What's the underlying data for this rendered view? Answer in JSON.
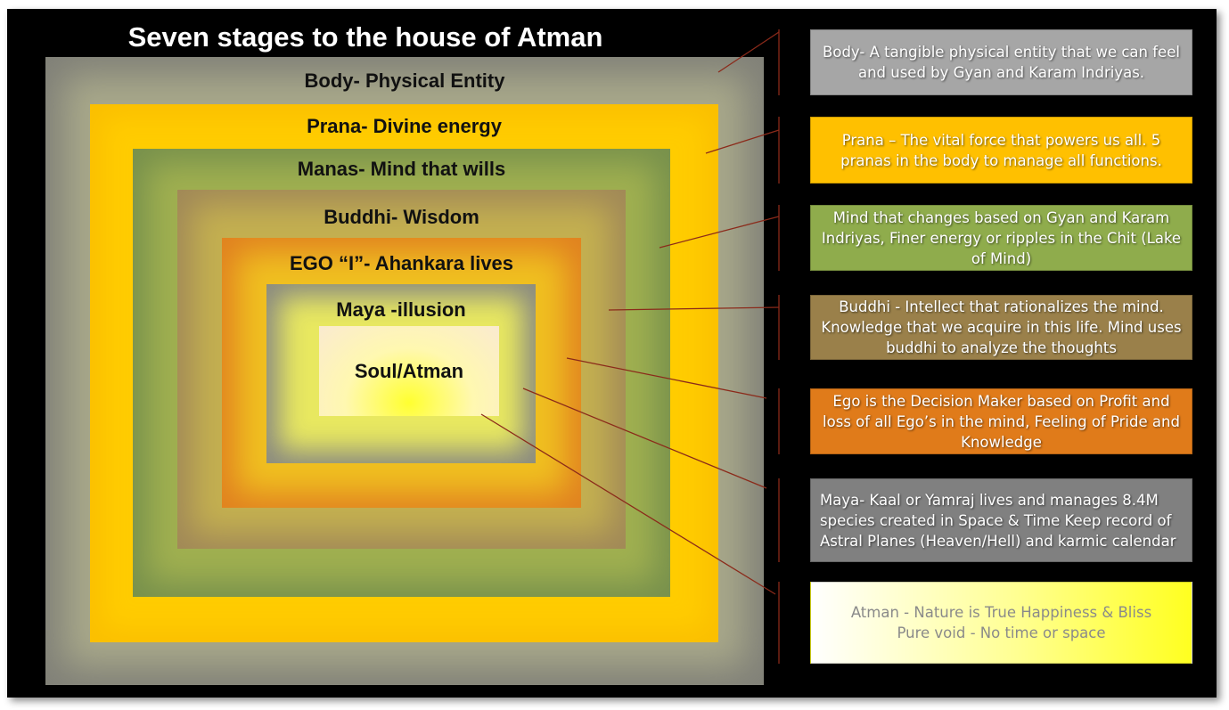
{
  "title": "Seven stages to the house of Atman",
  "stages": [
    {
      "label": "Body- Physical Entity",
      "description": "Body- A tangible physical entity that we can feel and used by Gyan and Karam Indriyas.",
      "color": "#a6a6a6"
    },
    {
      "label": "Prana- Divine energy",
      "description": "Prana – The vital force that powers us all. 5 pranas in the body to manage all functions.",
      "color": "#ffc000"
    },
    {
      "label": "Manas- Mind that wills",
      "description": "Mind that changes based on Gyan and Karam Indriyas, Finer energy or ripples in the Chit (Lake of Mind)",
      "color": "#8fac4c"
    },
    {
      "label": "Buddhi- Wisdom",
      "description": "Buddhi - Intellect that rationalizes the mind. Knowledge that we acquire in this life. Mind uses buddhi to analyze the thoughts",
      "color": "#9a804a"
    },
    {
      "label": "EGO “I”- Ahankara lives",
      "description": "Ego is the Decision Maker based on Profit and loss of all Ego’s in the mind, Feeling of Pride and Knowledge",
      "color": "#e07b1a"
    },
    {
      "label": "Maya -illusion",
      "description": "Maya- Kaal or Yamraj lives and manages 8.4M species created in Space & Time Keep record of Astral Planes (Heaven/Hell) and karmic calendar",
      "color": "#808080"
    },
    {
      "label": "Soul/Atman",
      "description": "Atman - Nature is True Happiness & Bliss Pure void - No time or space",
      "color": "#ffff40"
    }
  ]
}
